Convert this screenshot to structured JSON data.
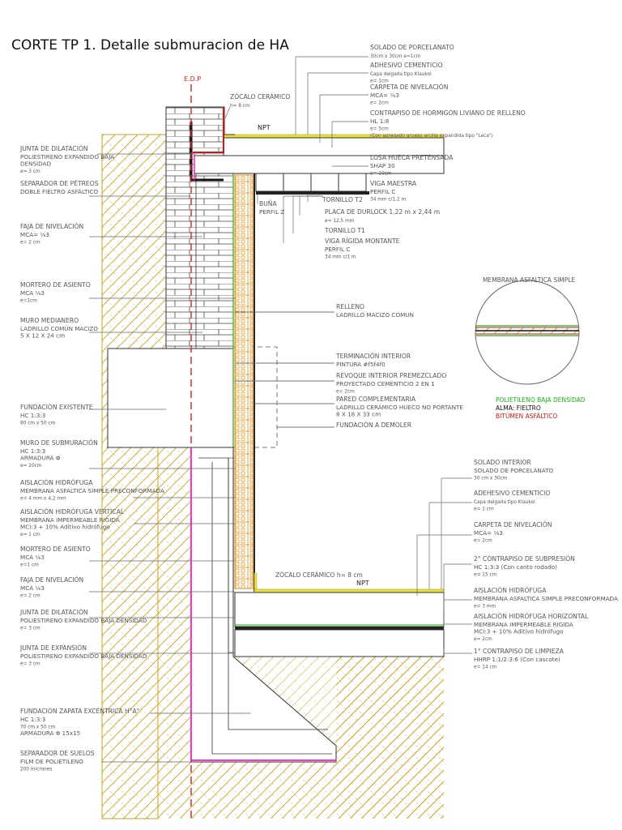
{
  "title": "CORTE TP 1. Detalle submuracion de HA",
  "marks": {
    "edp": "E.D.P",
    "npt_top": "NPT",
    "npt_bottom": "NPT",
    "zocalo_bottom": "ZÓCALO CERÁMICO h= 8 cm"
  },
  "labels_left": [
    {
      "lines": [
        "ZÓCALO CERÁMICO",
        "h= 8 cm"
      ]
    },
    {
      "lines": [
        "JUNTA DE DILATACIÓN",
        "POLIESTIRENO EXPANDIDO BAJA",
        "DENSIDAD",
        "e= 3 cm"
      ]
    },
    {
      "lines": [
        "SEPARADOR DE PÉTREOS",
        "DOBLE FIELTRO ASFÁLTICO"
      ]
    },
    {
      "lines": [
        "FAJA DE NIVELACIÓN",
        "MCA= ⅛3",
        "e= 2 cm"
      ]
    },
    {
      "lines": [
        "MORTERO DE ASIENTO",
        "MCA ⅛3",
        "e=1cm"
      ]
    },
    {
      "lines": [
        "MURO MEDIANERO",
        "LADRILLO COMÚN MACIZO",
        "5 X 12 X 24 cm"
      ]
    },
    {
      "lines": [
        "FUNDACIÓN EXISTENTE",
        "HC 1:3:3",
        "80 cm x 50 cm"
      ]
    },
    {
      "lines": [
        "MURO DE SUBMURACIÓN",
        "HC 1:3:3",
        "ARMADURA Φ",
        "e= 20cm"
      ]
    },
    {
      "lines": [
        "AISLACIÓN HIDRÓFUGA",
        "MEMBRANA ASFALTICA SIMPLE PRECONFORMADA",
        "e= 4 mm o 4,2 mm"
      ]
    },
    {
      "lines": [
        "AISLACIÓN HIDRÓFUGA VERTICAL",
        "MEMBRANA IMPERMEABLE RIGIDA",
        "MCI:3 + 10% Aditivo hidrófugo",
        "e= 1 cm"
      ]
    },
    {
      "lines": [
        "MORTERO DE ASIENTO",
        "MCA ⅛3",
        "e=1 cm"
      ]
    },
    {
      "lines": [
        "FAJA DE NIVELACIÓN",
        "MCA ⅛3",
        "e= 2 cm"
      ]
    },
    {
      "lines": [
        "JUNTA DE DILATACIÓN",
        "POLIESTIRENO EXPANDIDO BAJA DENSIDAD",
        "e= 3 cm"
      ]
    },
    {
      "lines": [
        "JUNTA DE EXPANSIÓN",
        "POLIESTIRENO EXPANDIDO BAJA DENSIDAD",
        "e= 3 cm"
      ]
    },
    {
      "lines": [
        "FUNDACIÓN ZAPATA EXCÉNTRICA H°A°",
        "HC 1:3:3",
        "70 cm x 50 cm",
        "ARMADURA Φ 15x15"
      ]
    },
    {
      "lines": [
        "SEPARADOR DE SUELOS",
        "FILM DE POLIETILENO",
        "200 micrones"
      ]
    }
  ],
  "labels_right": [
    {
      "lines": [
        "SOLADO DE PORCELANATO",
        "30cm x 30cm e=1cm"
      ]
    },
    {
      "lines": [
        "ADHESIVO CEMENTICIO",
        "Capa delgada tipo Klaukol",
        "e= 1cm"
      ]
    },
    {
      "lines": [
        "CARPETA DE NIVELACIÓN",
        "MCA= ⅛3",
        "e= 2cm"
      ]
    },
    {
      "lines": [
        "CONTRAPISO DE HORMIGÓN LIVIANO DE RELLENO",
        "HL 1:8",
        "e= 5cm",
        "(Con agregado grueso arcilla expandida tipo \"Leca\")"
      ]
    },
    {
      "lines": [
        "LOSA HUECA PRETENSADA",
        "SHAP 30",
        "e= 10cm"
      ]
    },
    {
      "lines": [
        "VIGA MAESTRA",
        "PERFIL C",
        "34 mm c/1,2 m"
      ]
    },
    {
      "lines": [
        "TORNILLO T2"
      ]
    },
    {
      "lines": [
        "BUÑA",
        "PERFIL Z"
      ]
    },
    {
      "lines": [
        "PLACA DE DURLOCK 1,22 m x 2,44 m",
        "e= 12,5 mm"
      ]
    },
    {
      "lines": [
        "TORNILLO T1"
      ]
    },
    {
      "lines": [
        "VIGA RÍGIDA MONTANTE",
        "PERFIL C",
        "34 mm c/1 m"
      ]
    },
    {
      "lines": [
        "RELLENO",
        "LADRILLO MACIZO COMUN"
      ]
    },
    {
      "lines": [
        "TERMINACIÓN INTERIOR",
        "PINTURA #f5f4f0"
      ]
    },
    {
      "lines": [
        "REVOQUE INTERIOR PREMEZCLADO",
        "PROYECTADO CEMENTICIO 2 EN 1",
        "e= 2cm"
      ]
    },
    {
      "lines": [
        "PARED COMPLEMENTARIA",
        "LADRILLO CERÁMICO HUECO NO PORTANTE",
        "8 X 18 X 33 cm"
      ]
    },
    {
      "lines": [
        "FUNDACIÓN A DEMOLER"
      ]
    },
    {
      "lines": [
        "SOLADO INTERIOR",
        "SOLADO DE PORCELANATO",
        "30 cm x 30cm"
      ]
    },
    {
      "lines": [
        "ADEHESIVO CEMENTICIO",
        "Capa delgada tipo Klaukol",
        "e= 1 cm"
      ]
    },
    {
      "lines": [
        "CARPETA DE NIVELACIÓN",
        "MCA= ⅛3",
        "e= 2cm"
      ]
    },
    {
      "lines": [
        "2° CONTRAPISO DE SUBPRESIÓN",
        "HC 1:3:3 (Con canto rodado)",
        "e= 15 cm"
      ]
    },
    {
      "lines": [
        "AISLACIÓN HIDRÓFUGA",
        "MEMBRANA ASFALTICA SIMPLE PRECONFORMADA",
        "e= 3 mm"
      ]
    },
    {
      "lines": [
        "AISLACIÓN HIDRÓFUGA HORIZONTAL",
        "MEMBRANA IMPERMEABLE RIGIDA",
        "MCI:3 + 10% Aditivo hidrófugo",
        "e= 2cm"
      ]
    },
    {
      "lines": [
        "1° CONTRAPISO DE LIMPIEZA",
        "HHRP 1:1/2:3:6 (Con cascote)",
        "e= 14 cm"
      ]
    }
  ],
  "detail": {
    "title": "MEMBRANA ASFALTICA SIMPLE",
    "legend": [
      {
        "text": "POLIETILENO BAJA DENSIDAD",
        "color": "#18b418"
      },
      {
        "text": "ALMA: FIELTRO",
        "color": "#111111"
      },
      {
        "text": "BITÚMEN ASFÁLTICO",
        "color": "#d01818"
      }
    ]
  },
  "colors": {
    "soil_hatch": "#c8a020",
    "axis_line": "#e02020",
    "brick": "#e08a10",
    "membrane_pink": "#ff20c0",
    "floor_yellow": "#e8e040",
    "green": "#18b418"
  }
}
